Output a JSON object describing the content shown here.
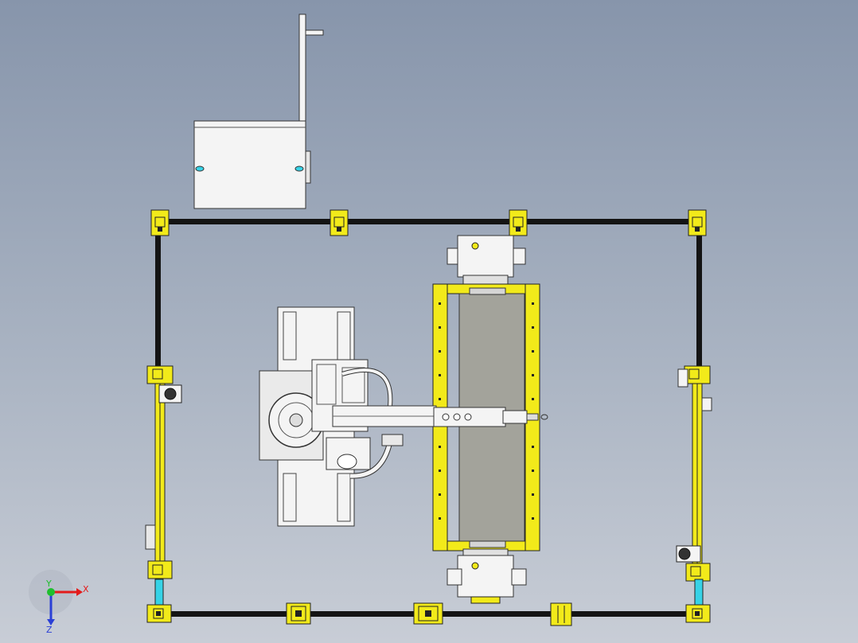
{
  "colors": {
    "background_top": "#8795ab",
    "background_bottom": "#c8cdd6",
    "frame_black": "#141414",
    "guard_yellow": "#f2ea1a",
    "belt_gray": "#a3a39b",
    "part_white": "#f4f4f4",
    "axis_x": "#e31b1b",
    "axis_y": "#1fbf2e",
    "axis_z": "#2a3fd6",
    "light_curtain_cyan": "#36d2e6"
  },
  "icons": {
    "triad": "coordinate-triad-icon"
  },
  "triad": {
    "x_label": "X",
    "y_label": "Y",
    "z_label": "Z"
  }
}
